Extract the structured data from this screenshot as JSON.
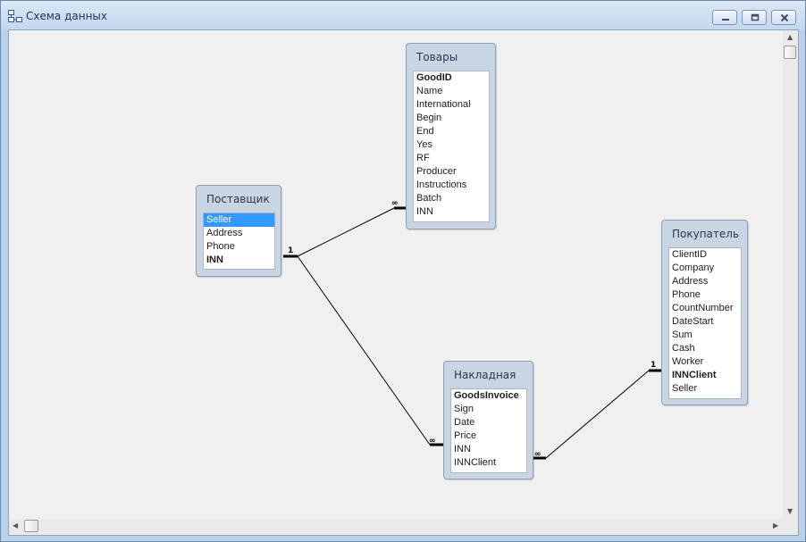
{
  "window": {
    "title": "Схема данных"
  },
  "tables": {
    "tovary": {
      "title": "Товары",
      "fields": [
        "GoodID",
        "Name",
        "International",
        "Begin",
        "End",
        "Yes",
        "RF",
        "Producer",
        "Instructions",
        "Batch",
        "INN"
      ],
      "key_field": "GoodID"
    },
    "postavshchik": {
      "title": "Поставщик",
      "fields": [
        "Seller",
        "Address",
        "Phone",
        "INN"
      ],
      "key_field": "INN",
      "selected_field": "Seller"
    },
    "pokupatel": {
      "title": "Покупатель",
      "fields": [
        "ClientID",
        "Company",
        "Address",
        "Phone",
        "CountNumber",
        "DateStart",
        "Sum",
        "Cash",
        "Worker",
        "INNClient",
        "Seller"
      ],
      "key_field": "INNClient"
    },
    "nakladnaya": {
      "title": "Накладная",
      "fields": [
        "GoodsInvoice",
        "Sign",
        "Date",
        "Price",
        "INN",
        "INNClient"
      ],
      "key_field": "GoodsInvoice"
    }
  },
  "relations": {
    "one_label": "1",
    "many_label": "∞"
  },
  "icons": {
    "window_icon": "relationships-icon",
    "minimize": "minimize-icon",
    "maximize": "maximize-icon",
    "close": "close-icon"
  }
}
